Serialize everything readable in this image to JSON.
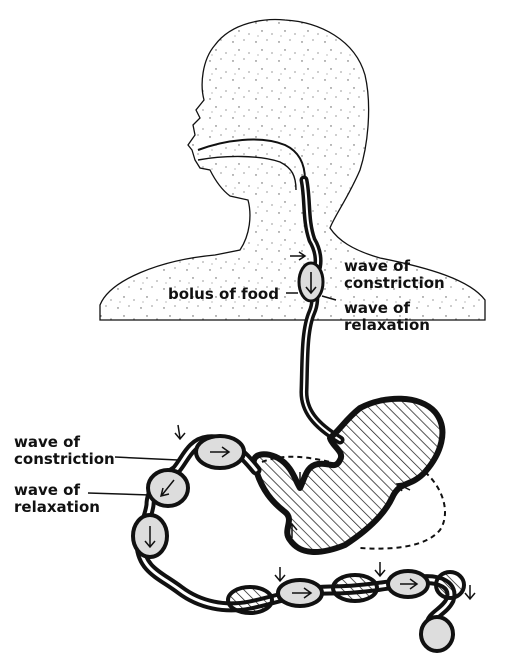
{
  "labels": {
    "bolus": "bolus of food",
    "upper_constriction_1": "wave of",
    "upper_constriction_2": "constriction",
    "upper_relaxation_1": "wave of",
    "upper_relaxation_2": "relaxation",
    "lower_constriction_1": "wave of",
    "lower_constriction_2": "constriction",
    "lower_relaxation_1": "wave of",
    "lower_relaxation_2": "relaxation"
  },
  "colors": {
    "ink": "#111111",
    "stipple": "#444444",
    "background": "#ffffff"
  }
}
